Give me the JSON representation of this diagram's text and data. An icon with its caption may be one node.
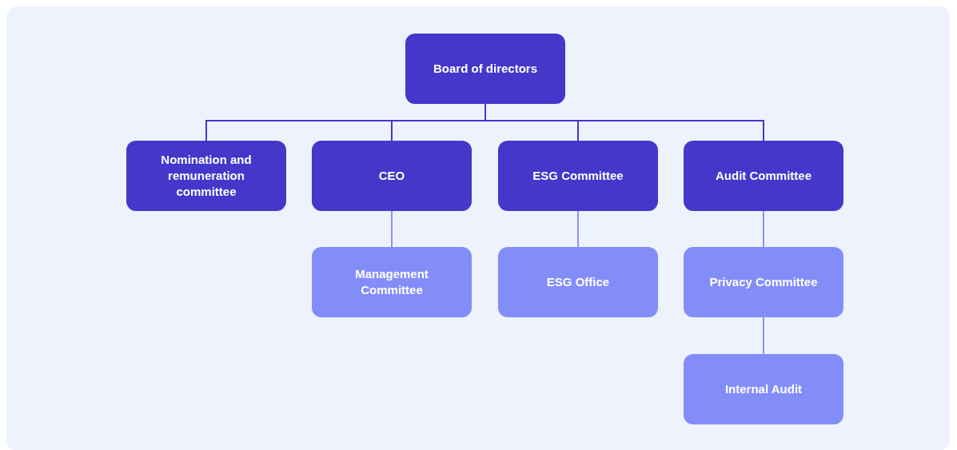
{
  "diagram": {
    "nodes": [
      {
        "text": [
          "Board of directors"
        ]
      },
      {
        "text": [
          "Nomination and remuneration committee"
        ]
      },
      {
        "text": [
          "CEO"
        ]
      },
      {
        "text": [
          "ESG Committee"
        ]
      },
      {
        "text": [
          "Audit Committee"
        ]
      },
      {
        "text": [
          "Management Committee"
        ]
      },
      {
        "text": [
          "ESG Office"
        ]
      },
      {
        "text": [
          "Privacy Committee"
        ]
      },
      {
        "text": [
          "Internal Audit"
        ]
      }
    ],
    "edges": [
      {
        "from": 0,
        "to": 1,
        "arrow": "none"
      },
      {
        "from": 0,
        "to": 2,
        "arrow": "none"
      },
      {
        "from": 0,
        "to": 3,
        "arrow": "none"
      },
      {
        "from": 0,
        "to": 4,
        "arrow": "none"
      },
      {
        "from": 2,
        "to": 5,
        "arrow": "none",
        "color": "#8b93f5"
      },
      {
        "from": 3,
        "to": 6,
        "arrow": "none",
        "color": "#8b93f5"
      },
      {
        "from": 4,
        "to": 7,
        "arrow": "none",
        "color": "#8b93f5"
      },
      {
        "from": 7,
        "to": 8,
        "arrow": "none",
        "color": "#8b93f5"
      }
    ]
  }
}
